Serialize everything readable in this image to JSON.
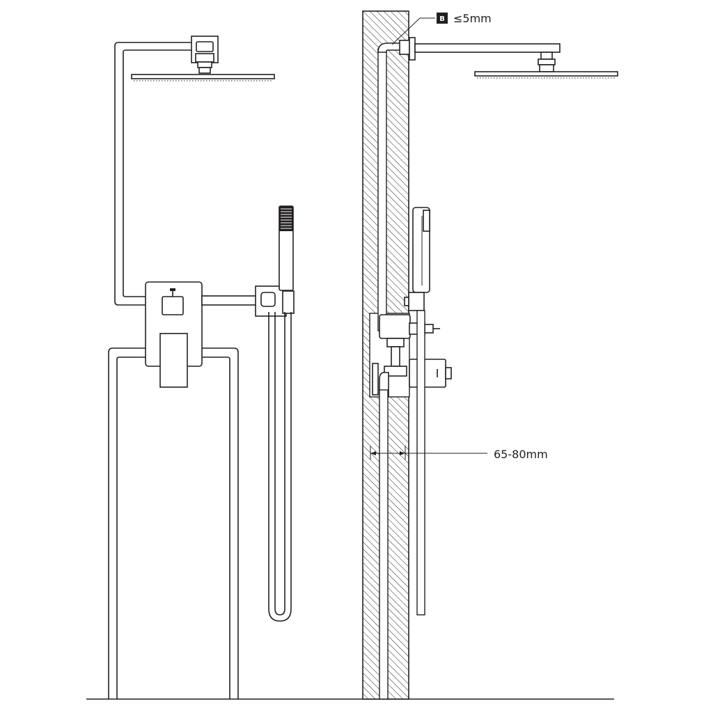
{
  "annotations": {
    "badge_letter": "B",
    "gap_label": "≤5mm",
    "depth_label": "65-80mm"
  },
  "colors": {
    "line": "#231f20",
    "background": "#ffffff"
  }
}
